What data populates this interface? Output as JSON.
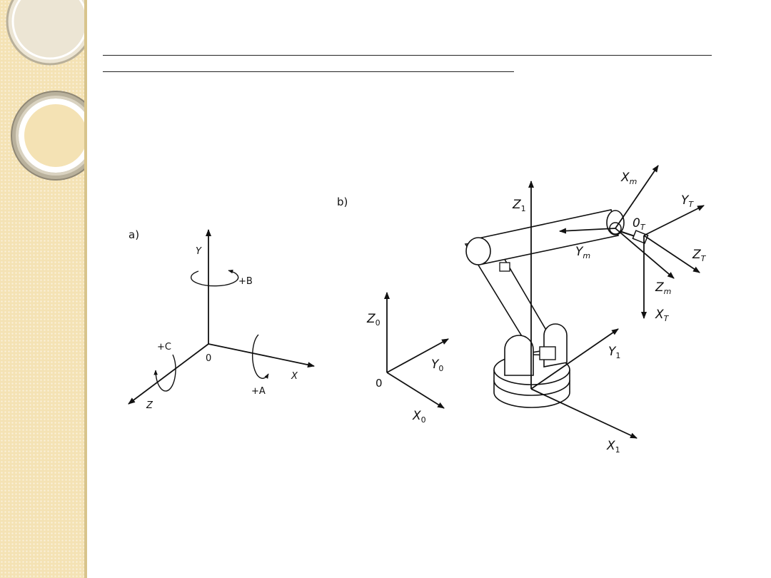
{
  "colors": {
    "sidebar": "#f4e2b4",
    "sidebar_edge": "#d8c48c",
    "ink": "#111111"
  },
  "figure_a": {
    "panel_label": "a)",
    "axes": {
      "y": "Y",
      "x": "X",
      "z": "Z"
    },
    "origin": "0",
    "rotations": {
      "b": "+B",
      "a": "+A",
      "c": "+C"
    }
  },
  "figure_b": {
    "panel_label": "b)",
    "base_frame": {
      "z": "Z",
      "z_sub": "0",
      "y": "Y",
      "y_sub": "0",
      "x": "X",
      "x_sub": "0",
      "origin": "0"
    },
    "robot_frame": {
      "z": "Z",
      "z_sub": "1",
      "y": "Y",
      "y_sub": "1",
      "x": "X",
      "x_sub": "1"
    },
    "wrist_frame": {
      "x": "X",
      "x_sub": "m",
      "y": "Y",
      "y_sub": "m",
      "z": "Z",
      "z_sub": "m"
    },
    "tool_frame": {
      "origin": "0",
      "origin_sub": "T",
      "y": "Y",
      "y_sub": "T",
      "z": "Z",
      "z_sub": "T",
      "x": "X",
      "x_sub": "T"
    }
  }
}
